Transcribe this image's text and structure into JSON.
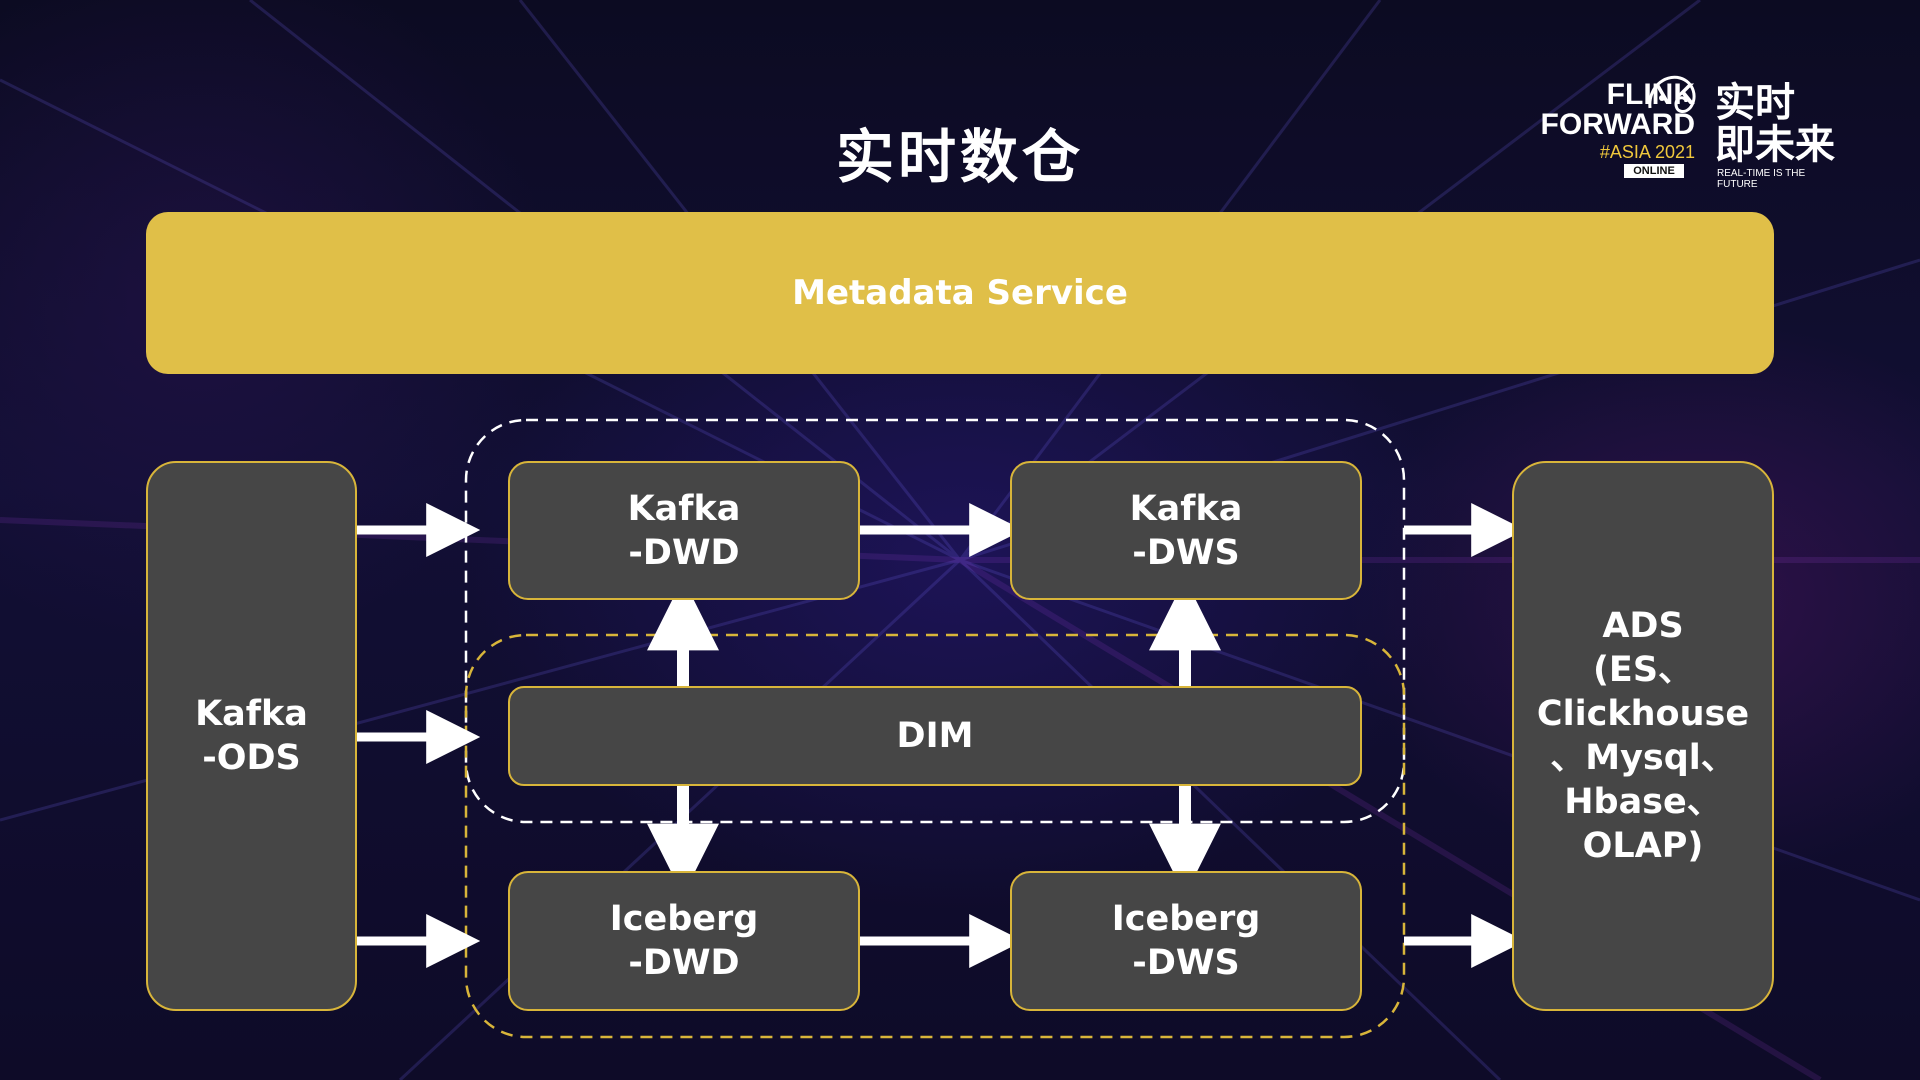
{
  "slide": {
    "title": "实时数仓"
  },
  "logo": {
    "line1": "FLINK",
    "line2": "FORWARD",
    "event": "#ASIA 2021",
    "badge": "ONLINE",
    "cn_line1": "实时",
    "cn_line2": "即未来",
    "tagline": "REAL-TIME IS THE FUTURE"
  },
  "diagram": {
    "metadata_service": "Metadata Service",
    "nodes": {
      "kafka_ods": [
        "Kafka",
        "-ODS"
      ],
      "kafka_dwd": [
        "Kafka",
        "-DWD"
      ],
      "kafka_dws": [
        "Kafka",
        "-DWS"
      ],
      "dim": [
        "DIM"
      ],
      "iceberg_dwd": [
        "Iceberg",
        "-DWD"
      ],
      "iceberg_dws": [
        "Iceberg",
        "-DWS"
      ],
      "ads": [
        "ADS",
        "(ES、",
        "Clickhouse",
        "、Mysql、",
        "Hbase、",
        "OLAP)"
      ]
    },
    "colors": {
      "node_fill": "#464646",
      "node_border": "#d8b53a",
      "metadata_fill": "#e0bf48",
      "arrow": "#ffffff",
      "kafka_group_border": "#ffffff",
      "iceberg_group_border": "#d8b53a"
    }
  }
}
